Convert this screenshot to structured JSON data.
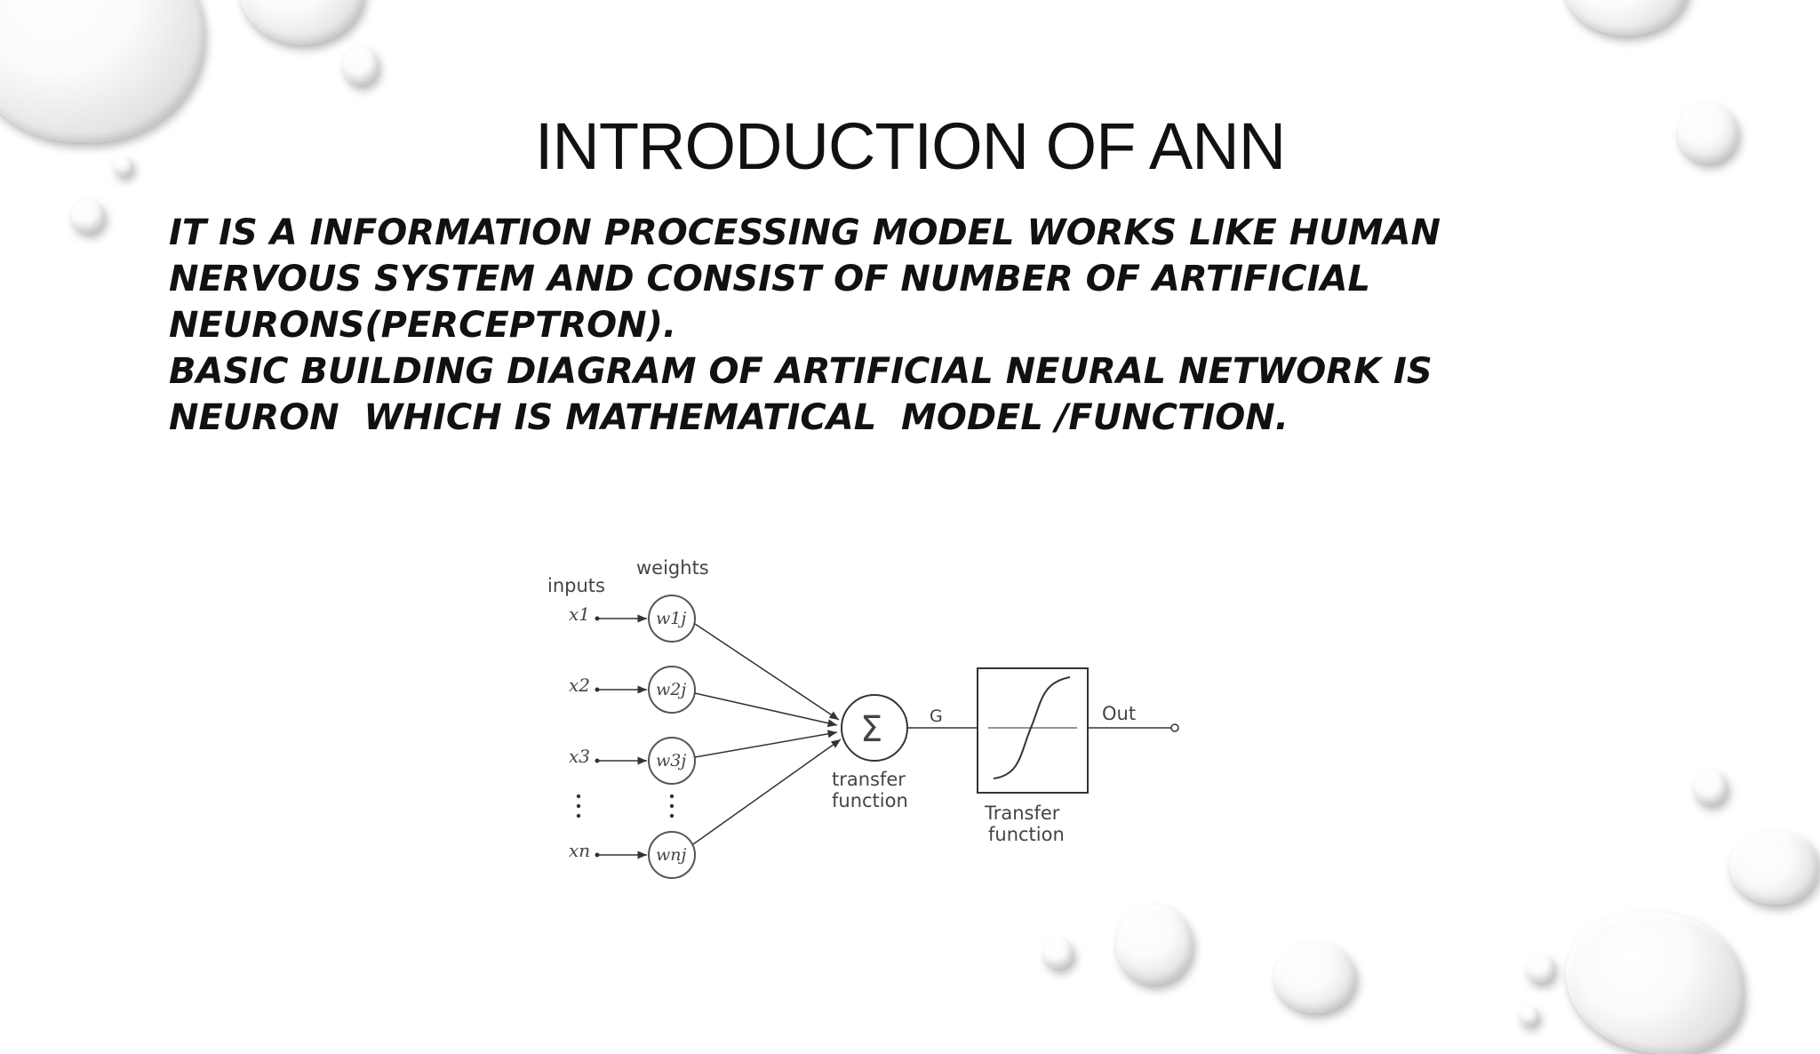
{
  "slide": {
    "title": "INTRODUCTION OF ANN",
    "body_lines": [
      "IT IS A INFORMATION PROCESSING MODEL WORKS LIKE HUMAN",
      "NERVOUS SYSTEM AND CONSIST OF NUMBER OF ARTIFICIAL",
      "NEURONS(PERCEPTRON).",
      "BASIC BUILDING DIAGRAM OF ARTIFICIAL NEURAL NETWORK IS",
      "NEURON  WHICH IS MATHEMATICAL  MODEL /FUNCTION."
    ]
  },
  "diagram": {
    "inputs_label": "inputs",
    "weights_label": "weights",
    "inputs": [
      "x1",
      "x2",
      "x3",
      "xn"
    ],
    "weights": [
      "w1j",
      "w2j",
      "w3j",
      "wnj"
    ],
    "sum_symbol": "Σ",
    "g_label": "G",
    "sum_caption_1": "transfer",
    "sum_caption_2": "function",
    "box_caption_1": "Transfer",
    "box_caption_2": "function",
    "out_label": "Out"
  }
}
